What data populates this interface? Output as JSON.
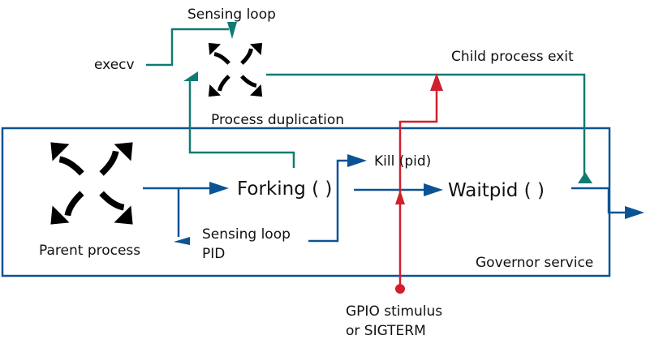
{
  "labels": {
    "sensing_loop_top": "Sensing loop",
    "execv": "execv",
    "child_process_exit": "Child process exit",
    "process_duplication": "Process duplication",
    "kill_pid": "Kill (pid)",
    "forking": "Forking ( )",
    "waitpid": "Waitpid ( )",
    "parent_process": "Parent process",
    "sensing_loop_pid_line1": "Sensing loop",
    "sensing_loop_pid_line2": "PID",
    "governor_service": "Governor service",
    "gpio_line1": "GPIO stimulus",
    "gpio_line2": "or SIGTERM"
  },
  "colors": {
    "blue": "#0b5394",
    "teal": "#117a72",
    "red": "#d0202e",
    "icon": "#000000",
    "text": "#111111"
  },
  "icons": {
    "parent_process": "circular-arrows-icon",
    "sensing_loop": "circular-arrows-icon"
  }
}
